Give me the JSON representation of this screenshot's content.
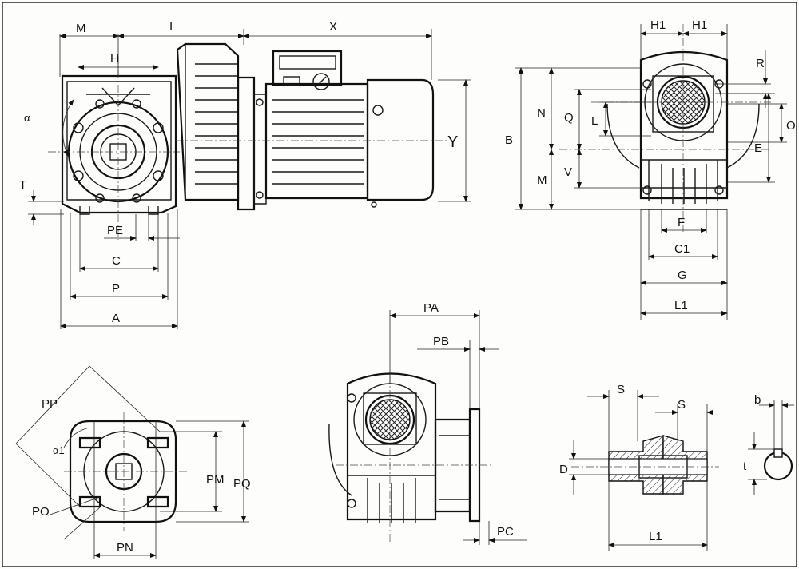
{
  "side_view": {
    "dims": {
      "M": "M",
      "I": "I",
      "X": "X",
      "H": "H",
      "Y": "Y",
      "alpha": "α",
      "T": "T",
      "PE": "PE",
      "C": "C",
      "P": "P",
      "A": "A"
    }
  },
  "front_view": {
    "dims": {
      "H1_left": "H1",
      "H1_right": "H1",
      "R": "R",
      "N": "N",
      "Q": "Q",
      "L": "L",
      "O": "O",
      "B": "B",
      "E": "E",
      "M": "M",
      "V": "V",
      "F": "F",
      "C1": "C1",
      "G": "G",
      "L1": "L1"
    }
  },
  "flange_view": {
    "dims": {
      "PP": "PP",
      "alpha1": "α1",
      "PM": "PM",
      "PQ": "PQ",
      "PO": "PO",
      "PN": "PN"
    }
  },
  "output_view": {
    "dims": {
      "PA": "PA",
      "PB": "PB",
      "PC": "PC"
    }
  },
  "shaft_view": {
    "dims": {
      "S_left": "S",
      "S_right": "S",
      "D": "D",
      "L1": "L1",
      "b": "b",
      "t": "t"
    }
  }
}
